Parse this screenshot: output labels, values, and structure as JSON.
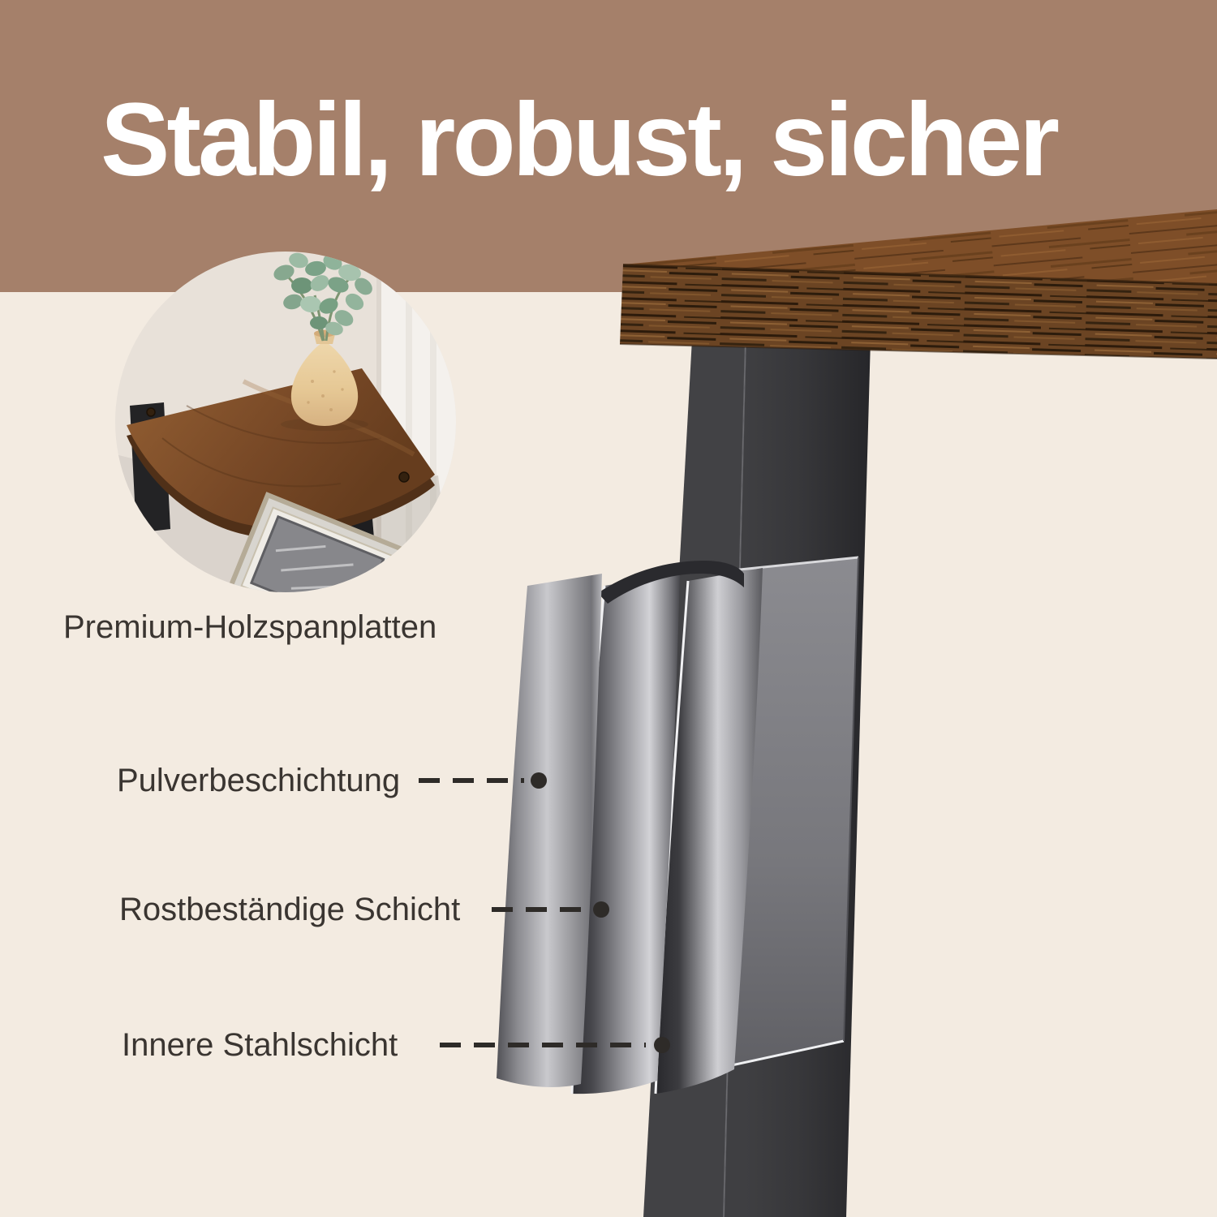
{
  "header": {
    "title": "Stabil, robust, sicher"
  },
  "inset": {
    "caption": "Premium-Holzspanplatten"
  },
  "callouts": [
    {
      "label": "Pulverbeschichtung"
    },
    {
      "label": "Rostbeständige Schicht"
    },
    {
      "label": "Innere Stahlschicht"
    }
  ],
  "colors": {
    "band": "#a5806a",
    "background": "#f3ebe1",
    "title_text": "#ffffff",
    "label_text": "#3a3531",
    "leader": "#2e2b28",
    "leg_black": "#333336",
    "steel_silver": "#c9c9cd",
    "wood_brown": "#6b4423"
  },
  "scene": {
    "tabletop": "rustic-brown-wood-tabletop",
    "leg": "black-steel-desk-leg",
    "layers": [
      "powder-coating-sheet",
      "rust-resistant-sheet",
      "inner-steel-sheet"
    ],
    "inset_photo": "corner-shelf-with-vase-and-eucalyptus"
  }
}
